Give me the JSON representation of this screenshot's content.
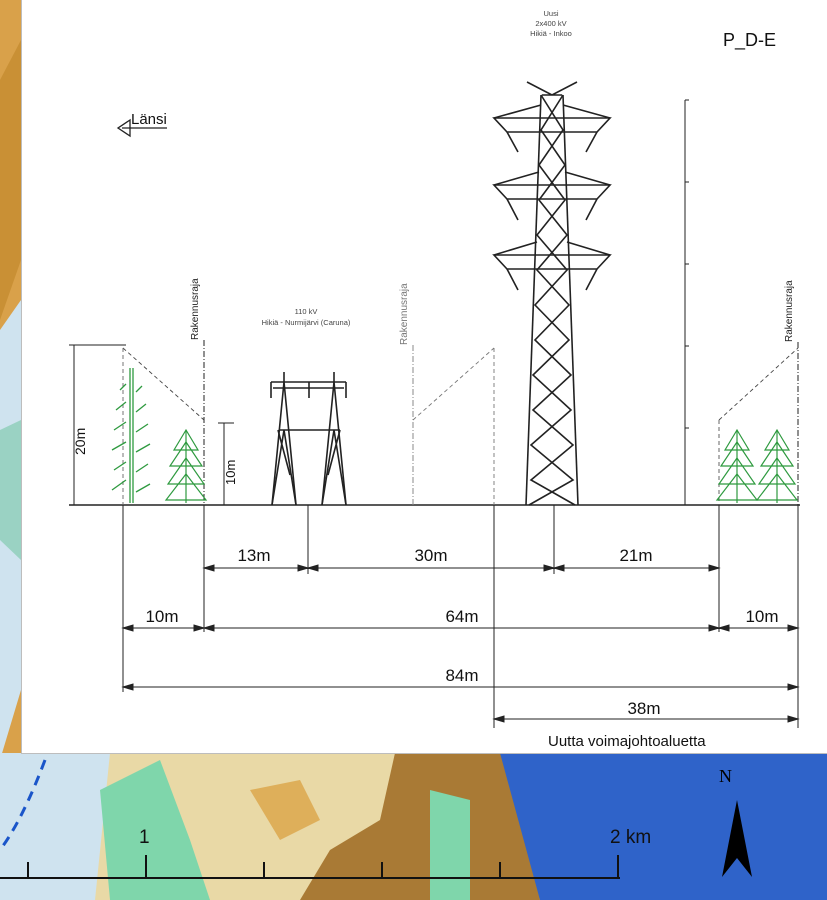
{
  "diagram": {
    "code": "P_D-E",
    "direction_label": "Länsi",
    "new_line": {
      "status": "Uusi",
      "voltage": "2x400 kV",
      "route": "Hikiä - Inkoo"
    },
    "existing_line": {
      "voltage": "110 kV",
      "route": "Hikiä - Nurmijärvi (Caruna)"
    },
    "building_limit_label": "Rakennusraja",
    "heights": {
      "tree_height": "20m",
      "small_tree_height": "10m"
    },
    "dimensions": {
      "row1": [
        "13m",
        "30m",
        "21m"
      ],
      "row2": [
        "10m",
        "64m",
        "10m"
      ],
      "row3": [
        "84m"
      ],
      "row4": [
        "38m"
      ]
    },
    "new_area_label": "Uutta voimajohtoaluetta"
  },
  "map": {
    "scale_labels": [
      "1",
      "2 km"
    ],
    "north_label": "N",
    "colors": {
      "orange": "#d99c3b",
      "yellow": "#e9d9a6",
      "brown": "#a97a35",
      "green": "#7fd6ab",
      "blue": "#2f63c9",
      "pale_blue": "#cfe3ef"
    }
  }
}
